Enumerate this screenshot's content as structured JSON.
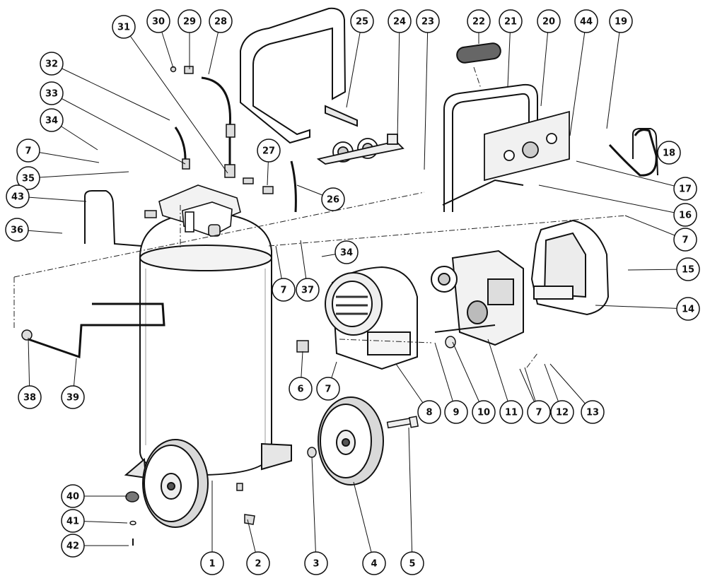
{
  "diagram": {
    "callouts": [
      {
        "label": "1"
      },
      {
        "label": "2"
      },
      {
        "label": "3"
      },
      {
        "label": "4"
      },
      {
        "label": "5"
      },
      {
        "label": "6"
      },
      {
        "label": "7"
      },
      {
        "label": "8"
      },
      {
        "label": "9"
      },
      {
        "label": "10"
      },
      {
        "label": "11"
      },
      {
        "label": "7"
      },
      {
        "label": "12"
      },
      {
        "label": "13"
      },
      {
        "label": "14"
      },
      {
        "label": "15"
      },
      {
        "label": "7"
      },
      {
        "label": "16"
      },
      {
        "label": "17"
      },
      {
        "label": "18"
      },
      {
        "label": "19"
      },
      {
        "label": "44"
      },
      {
        "label": "20"
      },
      {
        "label": "21"
      },
      {
        "label": "22"
      },
      {
        "label": "23"
      },
      {
        "label": "24"
      },
      {
        "label": "25"
      },
      {
        "label": "26"
      },
      {
        "label": "27"
      },
      {
        "label": "28"
      },
      {
        "label": "29"
      },
      {
        "label": "30"
      },
      {
        "label": "31"
      },
      {
        "label": "32"
      },
      {
        "label": "33"
      },
      {
        "label": "34"
      },
      {
        "label": "7"
      },
      {
        "label": "35"
      },
      {
        "label": "43"
      },
      {
        "label": "36"
      },
      {
        "label": "34"
      },
      {
        "label": "7"
      },
      {
        "label": "37"
      },
      {
        "label": "38"
      },
      {
        "label": "39"
      },
      {
        "label": "40"
      },
      {
        "label": "41"
      },
      {
        "label": "42"
      },
      {
        "label": "7"
      }
    ]
  },
  "colors": {
    "line": "#111111",
    "fill": "#ffffff",
    "shade": "#cfcfcf",
    "dark": "#3a3a3a"
  }
}
